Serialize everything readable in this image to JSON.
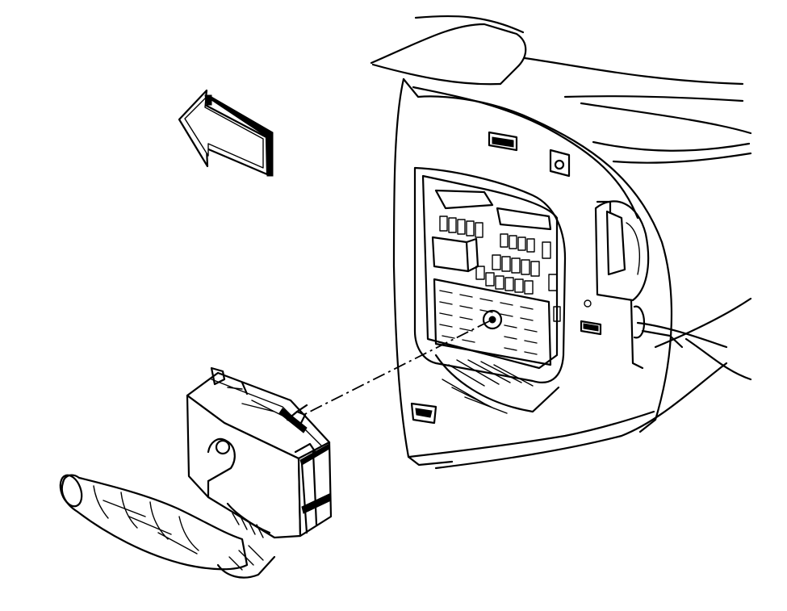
{
  "diagram": {
    "palette": {
      "ink": "#000000",
      "paper": "#ffffff"
    },
    "icons": [
      "direction-arrow-icon"
    ],
    "parts": [
      "instrument-panel",
      "junction-block",
      "wiring-harness-connector",
      "connector-bolt",
      "wiring-harness"
    ]
  }
}
